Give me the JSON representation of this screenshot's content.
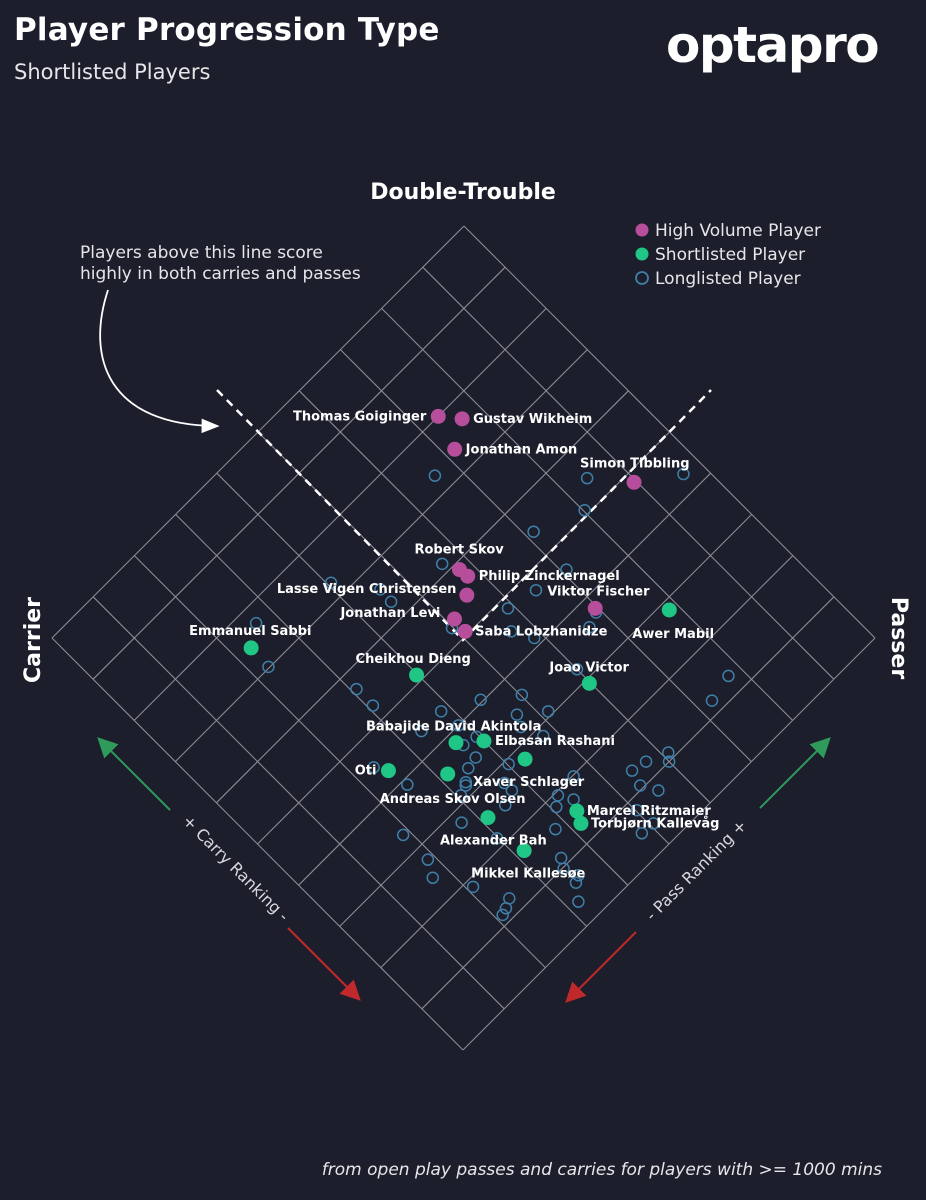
{
  "header": {
    "title": "Player Progression Type",
    "subtitle": "Shortlisted Players",
    "logo": "optapro"
  },
  "footnote": "from open play passes and carries for players with >= 1000 mins",
  "colors": {
    "background": "#1c1e2b",
    "grid": "#8a8b95",
    "high_volume": "#b64e9b",
    "shortlisted": "#1fc685",
    "longlisted": "#3f7fa8",
    "arrow_green": "#2e9a5c",
    "arrow_red": "#c0292b"
  },
  "chart_data": {
    "type": "scatter",
    "description_axes": {
      "top": "Double-Trouble",
      "left": "Carrier",
      "right": "Passer",
      "carry_axis": "+ Carry Ranking -",
      "pass_axis": "- Pass Ranking +"
    },
    "annotation": "Players above this line score highly in both carries and passes",
    "legend": [
      {
        "label": "High Volume Player",
        "style": "high_volume"
      },
      {
        "label": "Shortlisted Player",
        "style": "shortlisted"
      },
      {
        "label": "Longlisted Player",
        "style": "longlisted"
      }
    ],
    "labeled_players": [
      {
        "name": "Simon Tibbling",
        "carry": 24.1,
        "pass": 44.8,
        "group": "high_volume"
      },
      {
        "name": "Thomas Goiginger",
        "carry": 40.0,
        "pass": 36.9,
        "group": "high_volume"
      },
      {
        "name": "Gustav Wikheim",
        "carry": 38.4,
        "pass": 38.2,
        "group": "high_volume"
      },
      {
        "name": "Jonathan Amon",
        "carry": 37.0,
        "pass": 35.9,
        "group": "high_volume"
      },
      {
        "name": "Robert Skov",
        "carry": 29.4,
        "pass": 28.9,
        "group": "high_volume"
      },
      {
        "name": "Philip Zinckernagel",
        "carry": 28.5,
        "pass": 29.0,
        "group": "high_volume"
      },
      {
        "name": "Lasse Vigen Christensen",
        "carry": 27.4,
        "pass": 27.8,
        "group": "high_volume"
      },
      {
        "name": "Jonathan Levi",
        "carry": 26.7,
        "pass": 25.6,
        "group": "high_volume"
      },
      {
        "name": "Saba Lobzhanidze",
        "carry": 25.3,
        "pass": 25.5,
        "group": "high_volume"
      },
      {
        "name": "Viktor Fischer",
        "carry": 18.8,
        "pass": 34.8,
        "group": "high_volume"
      },
      {
        "name": "Emmanuel Sabbi",
        "carry": 37.3,
        "pass": 11.5,
        "group": "shortlisted"
      },
      {
        "name": "Awer Mabil",
        "carry": 14.2,
        "pass": 39.2,
        "group": "shortlisted"
      },
      {
        "name": "Cheikhou Dieng",
        "carry": 25.6,
        "pass": 19.9,
        "group": "shortlisted"
      },
      {
        "name": "Joao Victor",
        "carry": 14.6,
        "pass": 29.9,
        "group": "shortlisted"
      },
      {
        "name": "Babajide David Akintola",
        "carry": 19.1,
        "pass": 18.2,
        "group": "shortlisted"
      },
      {
        "name": "Elbasan Rashani",
        "carry": 17.5,
        "pass": 20.0,
        "group": "shortlisted"
      },
      {
        "name": "Oti",
        "carry": 21.5,
        "pass": 12.4,
        "group": "shortlisted"
      },
      {
        "name": "Xaver Schlager",
        "carry": 13.9,
        "pass": 21.4,
        "group": "shortlisted"
      },
      {
        "name": "Andreas Skov Olsen",
        "carry": 17.7,
        "pass": 15.8,
        "group": "shortlisted"
      },
      {
        "name": "Alexander Bah",
        "carry": 12.6,
        "pass": 15.6,
        "group": "shortlisted"
      },
      {
        "name": "Marcel Ritzmaier",
        "carry": 7.6,
        "pass": 21.4,
        "group": "shortlisted"
      },
      {
        "name": "Torbjørn Kallevåg",
        "carry": 6.6,
        "pass": 20.9,
        "group": "shortlisted"
      },
      {
        "name": "Mikkel Kallesøe",
        "carry": 8.4,
        "pass": 15.8,
        "group": "shortlisted"
      }
    ],
    "longlisted": [
      [
        21.6,
        48.3
      ],
      [
        27.2,
        42.2
      ],
      [
        36.6,
        33.1
      ],
      [
        25.4,
        40.1
      ],
      [
        27.2,
        35.7
      ],
      [
        30.8,
        28.2
      ],
      [
        22.9,
        35.4
      ],
      [
        23.5,
        32.3
      ],
      [
        24.1,
        29.5
      ],
      [
        18.5,
        34.6
      ],
      [
        33.0,
        22.9
      ],
      [
        36.4,
        20.3
      ],
      [
        31.6,
        22.8
      ],
      [
        26.3,
        24.9
      ],
      [
        22.5,
        28.3
      ],
      [
        20.7,
        29.3
      ],
      [
        18.0,
        33.3
      ],
      [
        38.5,
        13.3
      ],
      [
        35.1,
        11.4
      ],
      [
        28.4,
        15.4
      ],
      [
        26.4,
        15.4
      ],
      [
        21.9,
        16.8
      ],
      [
        21.9,
        19.2
      ],
      [
        20.0,
        19.4
      ],
      [
        18.0,
        25.1
      ],
      [
        17.1,
        23.6
      ],
      [
        20.2,
        22.3
      ],
      [
        18.2,
        19.8
      ],
      [
        18.5,
        18.5
      ],
      [
        17.0,
        18.5
      ],
      [
        16.1,
        23.1
      ],
      [
        15.4,
        25.7
      ],
      [
        16.2,
        30.0
      ],
      [
        6.6,
        38.8
      ],
      [
        6.1,
        36.3
      ],
      [
        22.6,
        11.7
      ],
      [
        19.5,
        12.7
      ],
      [
        16.8,
        17.4
      ],
      [
        14.6,
        20.1
      ],
      [
        13.7,
        18.7
      ],
      [
        15.9,
        16.2
      ],
      [
        15.6,
        15.3
      ],
      [
        12.8,
        18.7
      ],
      [
        12.3,
        17.4
      ],
      [
        13.9,
        13.7
      ],
      [
        9.9,
        23.3
      ],
      [
        9.7,
        21.2
      ],
      [
        9.1,
        20.4
      ],
      [
        8.5,
        21.9
      ],
      [
        7.8,
        19.0
      ],
      [
        6.4,
        28.6
      ],
      [
        6.7,
        27.2
      ],
      [
        5.6,
        30.5
      ],
      [
        5.0,
        30.0
      ],
      [
        5.3,
        26.8
      ],
      [
        3.9,
        27.6
      ],
      [
        4.0,
        25.1
      ],
      [
        2.2,
        25.3
      ],
      [
        2.3,
        24.0
      ],
      [
        3.6,
        17.6
      ],
      [
        3.3,
        17.0
      ],
      [
        4.9,
        17.1
      ],
      [
        5.7,
        17.6
      ],
      [
        6.4,
        12.0
      ],
      [
        6.0,
        11.2
      ],
      [
        5.8,
        10.6
      ],
      [
        9.3,
        10.5
      ],
      [
        12.3,
        8.6
      ],
      [
        13.7,
        9.4
      ],
      [
        16.7,
        9.4
      ],
      [
        16.1,
        16.4
      ],
      [
        14.2,
        23.9
      ],
      [
        13.9,
        21.4
      ],
      [
        2.0,
        16.0
      ],
      [
        8.4,
        15.8
      ],
      [
        10.8,
        14.9
      ]
    ],
    "xlim": [
      0,
      50
    ],
    "ylim": [
      0,
      50
    ]
  }
}
